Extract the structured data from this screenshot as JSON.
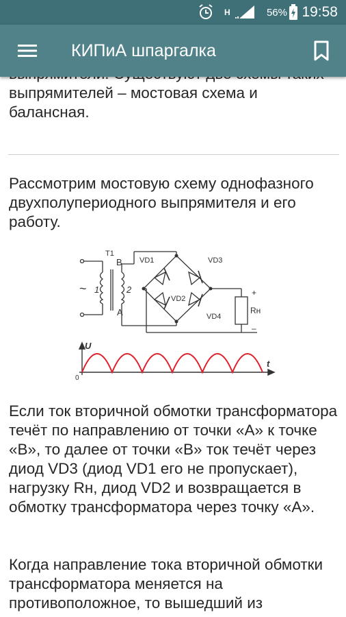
{
  "status_bar": {
    "time": "19:58",
    "battery_percent": "56%",
    "network_label": "H",
    "icons": [
      "alarm-icon",
      "signal-icon",
      "battery-charging-icon"
    ]
  },
  "app_bar": {
    "title": "КИПиА шпаргалка",
    "menu_icon": "hamburger-menu-icon",
    "bookmark_icon": "bookmark-icon"
  },
  "content": {
    "paragraphs": [
      "выпрямители. Существуют две схемы таких выпрямителей – мостовая схема и балансная.",
      "Рассмотрим мостовую схему однофазного двухполупериодного выпрямителя и его работу.",
      "Если ток вторичной обмотки трансформатора течёт по направлению от точки «А» к точке «В», то далее от точки «В» ток течёт через диод VD3 (диод VD1 его не пропускает), нагрузку Rн, диод VD2 и возвращается в обмотку трансформатора через точку «А».",
      "Когда направление тока вторичной обмотки трансформатора меняется на противоположное, то вышедший из"
    ]
  },
  "diagram": {
    "labels": {
      "t1": "T1",
      "b": "B",
      "a": "A",
      "primary": "1",
      "secondary": "2",
      "tilde": "~",
      "vd1": "VD1",
      "vd2": "VD2",
      "vd3": "VD3",
      "vd4": "VD4",
      "load": "Rн",
      "plus": "+",
      "minus": "–",
      "u_axis": "U",
      "t_axis": "t",
      "origin": "0"
    },
    "wave_color": "#e0202a"
  }
}
